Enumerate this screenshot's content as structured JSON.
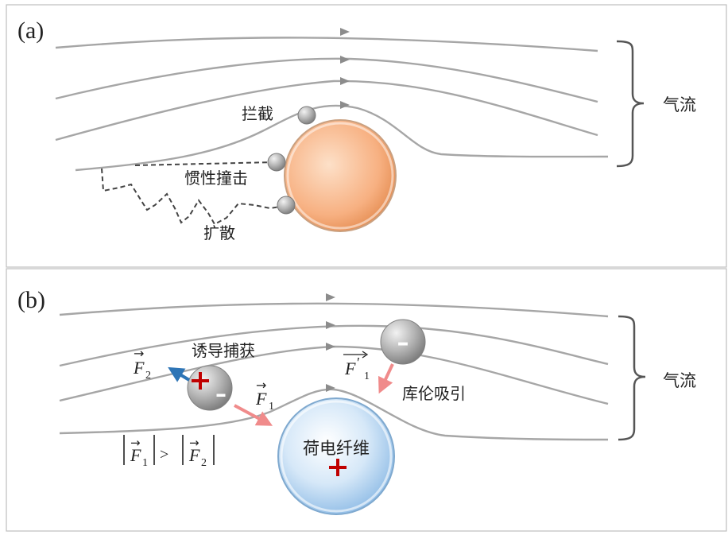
{
  "panel_a": {
    "label": "(a)",
    "interception": "拦截",
    "inertial_impaction": "惯性撞击",
    "diffusion": "扩散",
    "airflow": "气流"
  },
  "panel_b": {
    "label": "(b)",
    "induced_capture": "诱导捕获",
    "coulomb_attraction": "库伦吸引",
    "charged_fiber": "荷电纤维",
    "airflow": "气流",
    "minus_sign": "–",
    "plus_sign": "+",
    "force_letter": "F",
    "subscript_1": "1",
    "subscript_2": "2",
    "prime": "′",
    "greater_than": ">",
    "vector_arrow": "→"
  },
  "colors": {
    "streamline": "#a6a6a6",
    "frame": "#bfbfbf",
    "fiber_a": "#f7b081",
    "fiber_b": "#bcd9f4",
    "particle": "#9e9e9e",
    "force_f1": "#f08b8b",
    "force_f2": "#2e75b6",
    "plus_red": "#c00000"
  }
}
